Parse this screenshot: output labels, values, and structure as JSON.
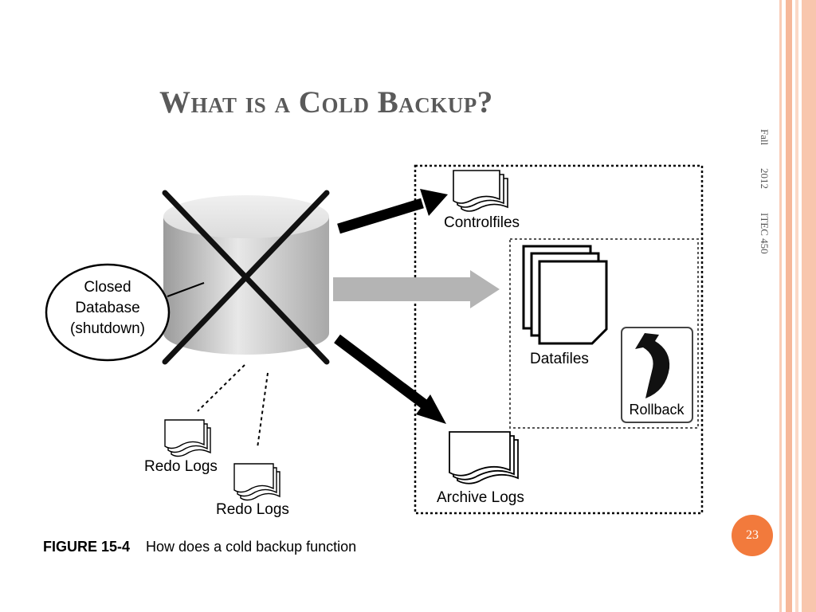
{
  "slide": {
    "title": "What is a Cold Backup?",
    "side_labels": [
      "Fall",
      "2012",
      "ITEC 450"
    ],
    "page_number": "23"
  },
  "figure": {
    "callout": [
      "Closed",
      "Database",
      "(shutdown)"
    ],
    "controlfiles": "Controlfiles",
    "datafiles": "Datafiles",
    "rollback": "Rollback",
    "archive_logs": "Archive Logs",
    "redo_logs_1": "Redo Logs",
    "redo_logs_2": "Redo Logs",
    "caption_label": "FIGURE 15-4",
    "caption_text": "How does a cold backup function"
  },
  "colors": {
    "accent": "#f27a3c",
    "stripe_light": "#fbd9c8",
    "stripe_mid": "#f6b89a"
  }
}
